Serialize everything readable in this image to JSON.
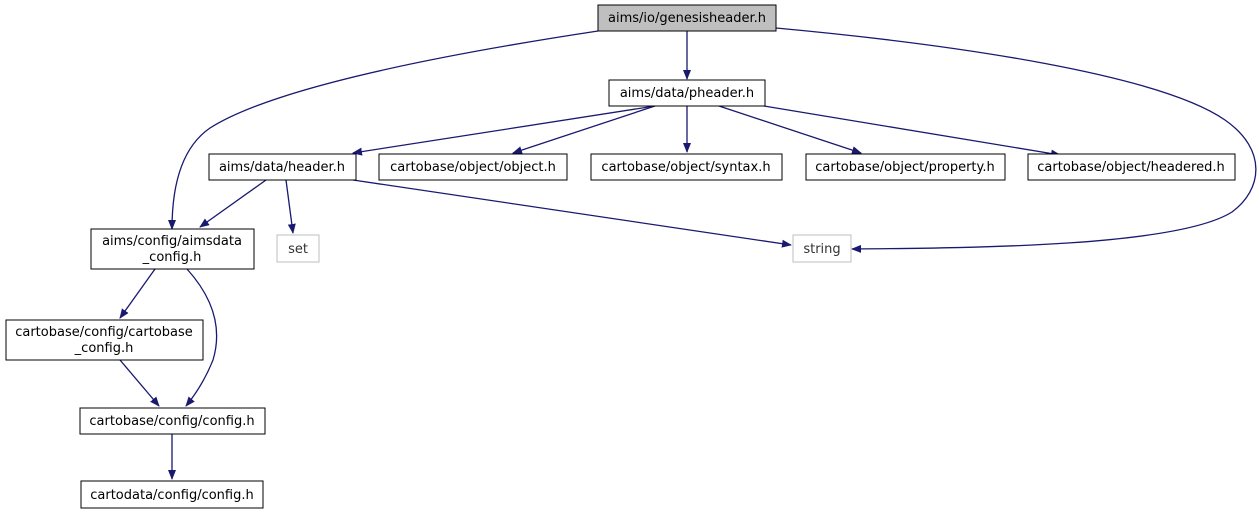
{
  "diagram": {
    "type": "include-dependency-graph",
    "colors": {
      "edge": "#191970",
      "root_fill": "#bfbfbf",
      "node_fill": "#ffffff",
      "node_border": "#000000",
      "missing_border": "#bfbfbf"
    },
    "nodes": {
      "genesisheader": {
        "lines": [
          "aims/io/genesisheader.h"
        ]
      },
      "pheader": {
        "lines": [
          "aims/data/pheader.h"
        ]
      },
      "header": {
        "lines": [
          "aims/data/header.h"
        ]
      },
      "object": {
        "lines": [
          "cartobase/object/object.h"
        ]
      },
      "syntax": {
        "lines": [
          "cartobase/object/syntax.h"
        ]
      },
      "property": {
        "lines": [
          "cartobase/object/property.h"
        ]
      },
      "headered": {
        "lines": [
          "cartobase/object/headered.h"
        ]
      },
      "aimsdata_config": {
        "lines": [
          "aims/config/aimsdata",
          "_config.h"
        ]
      },
      "set": {
        "lines": [
          "set"
        ]
      },
      "string": {
        "lines": [
          "string"
        ]
      },
      "cartobase_config": {
        "lines": [
          "cartobase/config/cartobase",
          "_config.h"
        ]
      },
      "config": {
        "lines": [
          "cartobase/config/config.h"
        ]
      },
      "cartodata_config": {
        "lines": [
          "cartodata/config/config.h"
        ]
      }
    },
    "edges": [
      {
        "from": "genesisheader",
        "to": "pheader"
      },
      {
        "from": "genesisheader",
        "to": "aimsdata_config"
      },
      {
        "from": "genesisheader",
        "to": "string"
      },
      {
        "from": "pheader",
        "to": "header"
      },
      {
        "from": "pheader",
        "to": "object"
      },
      {
        "from": "pheader",
        "to": "syntax"
      },
      {
        "from": "pheader",
        "to": "property"
      },
      {
        "from": "pheader",
        "to": "headered"
      },
      {
        "from": "header",
        "to": "aimsdata_config"
      },
      {
        "from": "header",
        "to": "set"
      },
      {
        "from": "header",
        "to": "string"
      },
      {
        "from": "aimsdata_config",
        "to": "cartobase_config"
      },
      {
        "from": "aimsdata_config",
        "to": "config"
      },
      {
        "from": "cartobase_config",
        "to": "config"
      },
      {
        "from": "config",
        "to": "cartodata_config"
      }
    ]
  }
}
